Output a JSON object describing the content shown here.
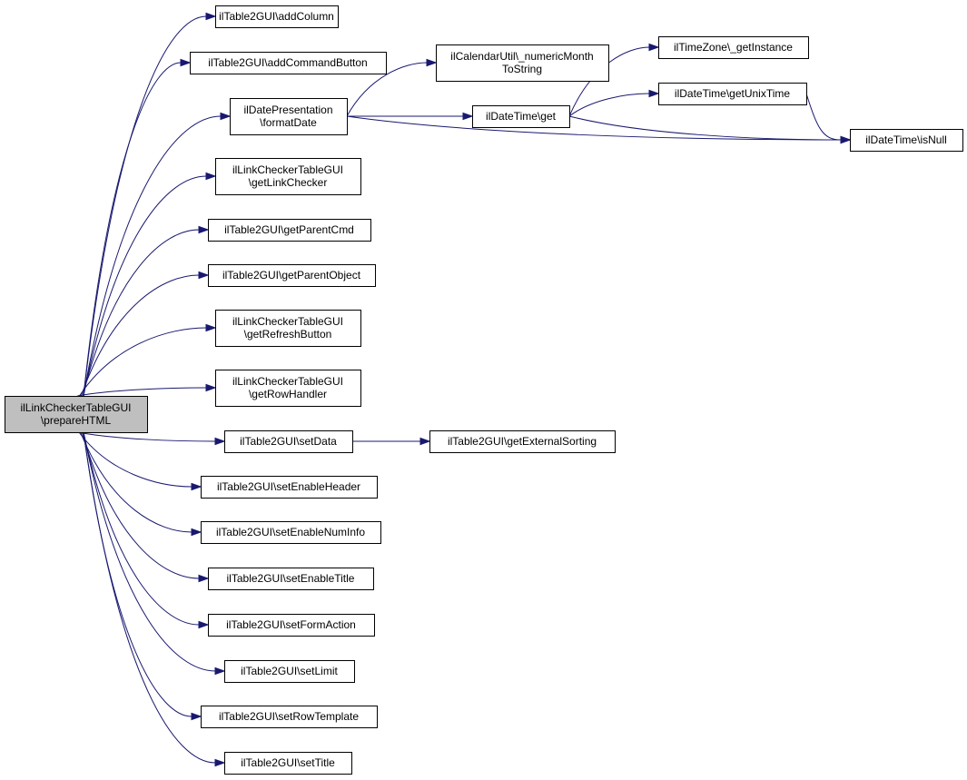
{
  "diagram": {
    "type": "call-graph",
    "colors": {
      "edge": "#191970",
      "root_fill": "#bfbfbf",
      "node_fill": "#ffffff",
      "node_border": "#000000"
    },
    "nodes": [
      {
        "id": "root",
        "lines": [
          "ilLinkCheckerTableGUI",
          "\\prepareHTML"
        ]
      },
      {
        "id": "addColumn",
        "lines": [
          "ilTable2GUI\\addColumn"
        ]
      },
      {
        "id": "addCommandButton",
        "lines": [
          "ilTable2GUI\\addCommandButton"
        ]
      },
      {
        "id": "formatDate",
        "lines": [
          "ilDatePresentation",
          "\\formatDate"
        ]
      },
      {
        "id": "getLinkChecker",
        "lines": [
          "ilLinkCheckerTableGUI",
          "\\getLinkChecker"
        ]
      },
      {
        "id": "getParentCmd",
        "lines": [
          "ilTable2GUI\\getParentCmd"
        ]
      },
      {
        "id": "getParentObject",
        "lines": [
          "ilTable2GUI\\getParentObject"
        ]
      },
      {
        "id": "getRefreshButton",
        "lines": [
          "ilLinkCheckerTableGUI",
          "\\getRefreshButton"
        ]
      },
      {
        "id": "getRowHandler",
        "lines": [
          "ilLinkCheckerTableGUI",
          "\\getRowHandler"
        ]
      },
      {
        "id": "setData",
        "lines": [
          "ilTable2GUI\\setData"
        ]
      },
      {
        "id": "setEnableHeader",
        "lines": [
          "ilTable2GUI\\setEnableHeader"
        ]
      },
      {
        "id": "setEnableNumInfo",
        "lines": [
          "ilTable2GUI\\setEnableNumInfo"
        ]
      },
      {
        "id": "setEnableTitle",
        "lines": [
          "ilTable2GUI\\setEnableTitle"
        ]
      },
      {
        "id": "setFormAction",
        "lines": [
          "ilTable2GUI\\setFormAction"
        ]
      },
      {
        "id": "setLimit",
        "lines": [
          "ilTable2GUI\\setLimit"
        ]
      },
      {
        "id": "setRowTemplate",
        "lines": [
          "ilTable2GUI\\setRowTemplate"
        ]
      },
      {
        "id": "setTitle",
        "lines": [
          "ilTable2GUI\\setTitle"
        ]
      },
      {
        "id": "numericMonth",
        "lines": [
          "ilCalendarUtil\\_numericMonth",
          "ToString"
        ]
      },
      {
        "id": "dtGet",
        "lines": [
          "ilDateTime\\get"
        ]
      },
      {
        "id": "getInstance",
        "lines": [
          "ilTimeZone\\_getInstance"
        ]
      },
      {
        "id": "getUnixTime",
        "lines": [
          "ilDateTime\\getUnixTime"
        ]
      },
      {
        "id": "isNull",
        "lines": [
          "ilDateTime\\isNull"
        ]
      },
      {
        "id": "getExternalSorting",
        "lines": [
          "ilTable2GUI\\getExternalSorting"
        ]
      }
    ],
    "edges": [
      {
        "from": "root",
        "to": "addColumn"
      },
      {
        "from": "root",
        "to": "addCommandButton"
      },
      {
        "from": "root",
        "to": "formatDate"
      },
      {
        "from": "root",
        "to": "getLinkChecker"
      },
      {
        "from": "root",
        "to": "getParentCmd"
      },
      {
        "from": "root",
        "to": "getParentObject"
      },
      {
        "from": "root",
        "to": "getRefreshButton"
      },
      {
        "from": "root",
        "to": "getRowHandler"
      },
      {
        "from": "root",
        "to": "setData"
      },
      {
        "from": "root",
        "to": "setEnableHeader"
      },
      {
        "from": "root",
        "to": "setEnableNumInfo"
      },
      {
        "from": "root",
        "to": "setEnableTitle"
      },
      {
        "from": "root",
        "to": "setFormAction"
      },
      {
        "from": "root",
        "to": "setLimit"
      },
      {
        "from": "root",
        "to": "setRowTemplate"
      },
      {
        "from": "root",
        "to": "setTitle"
      },
      {
        "from": "formatDate",
        "to": "numericMonth"
      },
      {
        "from": "formatDate",
        "to": "dtGet"
      },
      {
        "from": "formatDate",
        "to": "isNull"
      },
      {
        "from": "dtGet",
        "to": "getInstance"
      },
      {
        "from": "dtGet",
        "to": "getUnixTime"
      },
      {
        "from": "dtGet",
        "to": "isNull"
      },
      {
        "from": "getUnixTime",
        "to": "isNull"
      },
      {
        "from": "setData",
        "to": "getExternalSorting"
      }
    ]
  }
}
